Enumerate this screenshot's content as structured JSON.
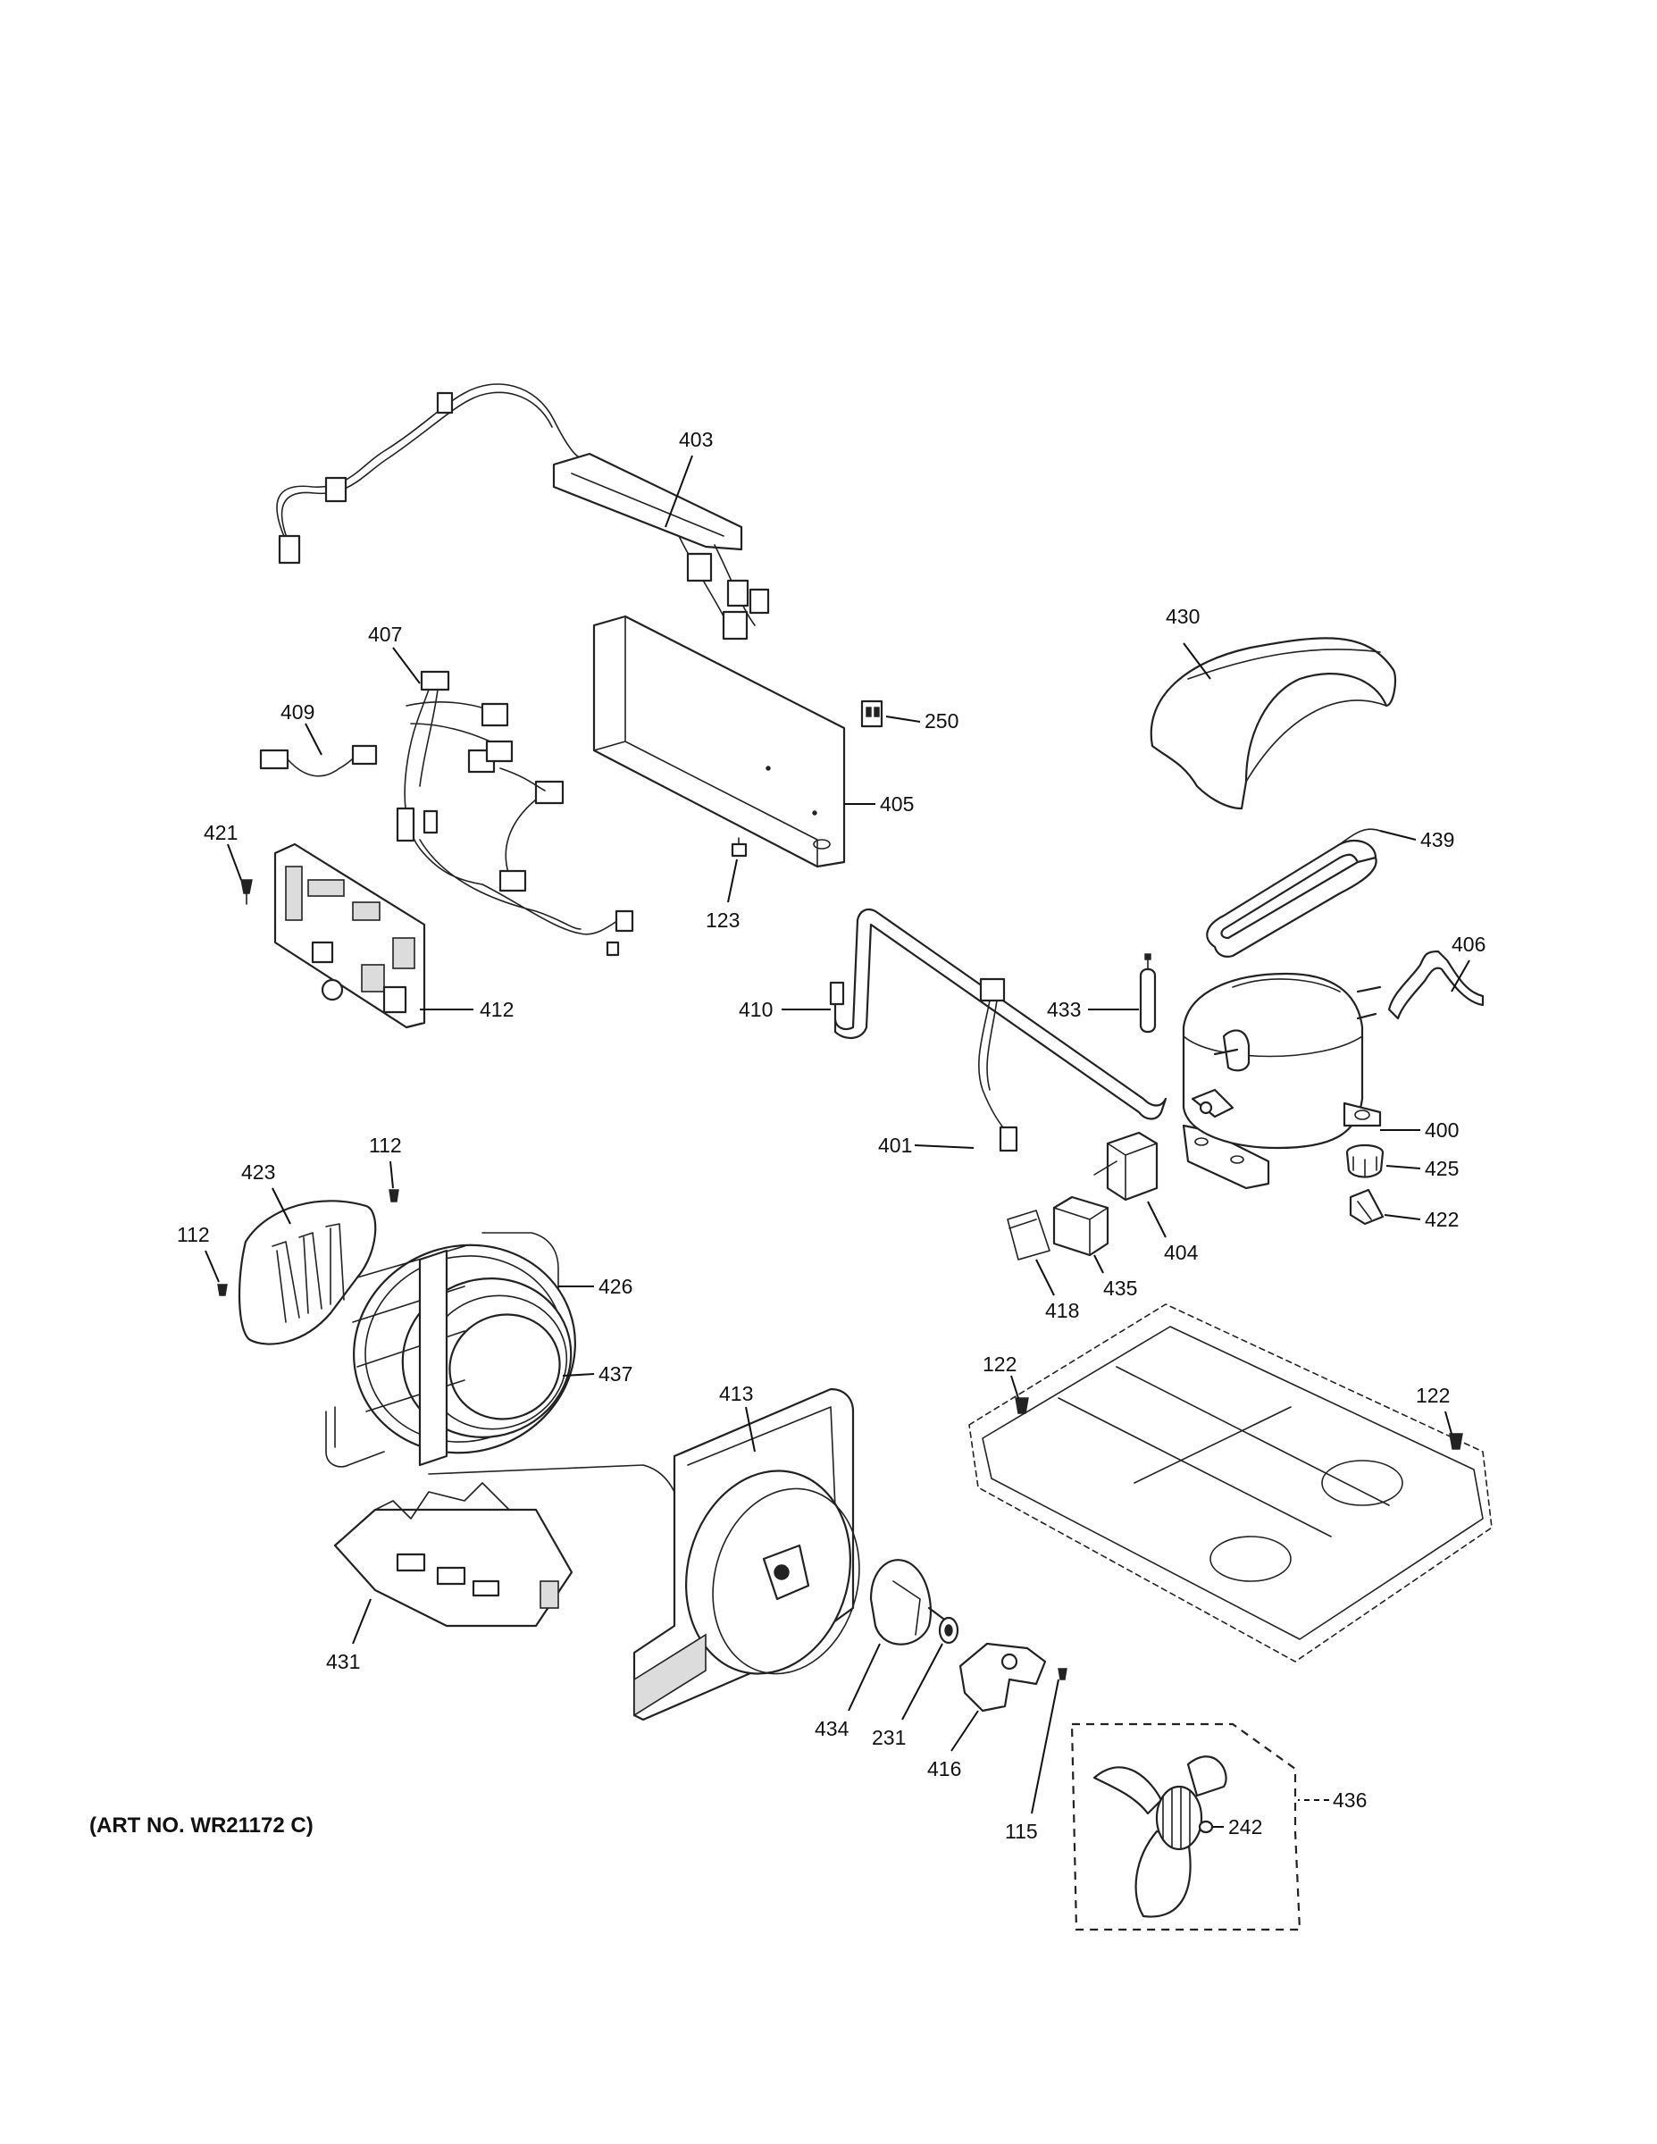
{
  "diagram": {
    "art_number": "(ART NO. WR21172 C)",
    "callouts": [
      {
        "id": "c403",
        "label": "403"
      },
      {
        "id": "c407",
        "label": "407"
      },
      {
        "id": "c409",
        "label": "409"
      },
      {
        "id": "c421",
        "label": "421"
      },
      {
        "id": "c412",
        "label": "412"
      },
      {
        "id": "c250",
        "label": "250"
      },
      {
        "id": "c405",
        "label": "405"
      },
      {
        "id": "c123",
        "label": "123"
      },
      {
        "id": "c430",
        "label": "430"
      },
      {
        "id": "c439",
        "label": "439"
      },
      {
        "id": "c406",
        "label": "406"
      },
      {
        "id": "c410",
        "label": "410"
      },
      {
        "id": "c433",
        "label": "433"
      },
      {
        "id": "c400",
        "label": "400"
      },
      {
        "id": "c401",
        "label": "401"
      },
      {
        "id": "c425",
        "label": "425"
      },
      {
        "id": "c422",
        "label": "422"
      },
      {
        "id": "c404",
        "label": "404"
      },
      {
        "id": "c435",
        "label": "435"
      },
      {
        "id": "c418",
        "label": "418"
      },
      {
        "id": "c423",
        "label": "423"
      },
      {
        "id": "c112a",
        "label": "112"
      },
      {
        "id": "c112b",
        "label": "112"
      },
      {
        "id": "c426",
        "label": "426"
      },
      {
        "id": "c437",
        "label": "437"
      },
      {
        "id": "c413",
        "label": "413"
      },
      {
        "id": "c122a",
        "label": "122"
      },
      {
        "id": "c122b",
        "label": "122"
      },
      {
        "id": "c431",
        "label": "431"
      },
      {
        "id": "c434",
        "label": "434"
      },
      {
        "id": "c231",
        "label": "231"
      },
      {
        "id": "c416",
        "label": "416"
      },
      {
        "id": "c115",
        "label": "115"
      },
      {
        "id": "c242",
        "label": "242"
      },
      {
        "id": "c436",
        "label": "436"
      }
    ]
  }
}
